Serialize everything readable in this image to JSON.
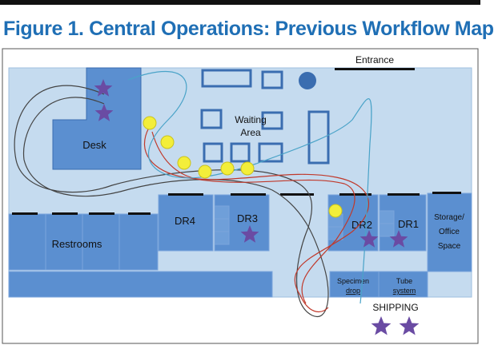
{
  "figure": {
    "title": "Figure 1. Central Operations: Previous Workflow Map"
  },
  "labels": {
    "entrance": "Entrance",
    "waiting_line1": "Waiting",
    "waiting_line2": "Area",
    "desk": "Desk",
    "restrooms": "Restrooms",
    "dr4": "DR4",
    "dr3": "DR3",
    "dr2": "DR2",
    "dr1": "DR1",
    "storage_line1": "Storage/",
    "storage_line2": "Office",
    "storage_line3": "Space",
    "specimen_line1": "Specimen",
    "specimen_line2": "drop",
    "tube_line1": "Tube",
    "tube_line2": "system",
    "shipping": "SHIPPING"
  },
  "colors": {
    "title": "#1f6fb5",
    "floor": "#c5dbef",
    "room": "#5b8fd0",
    "room_border": "#3a6db0",
    "star": "#6a4ba3",
    "waiting_circle": "#f3ee3a",
    "path_red": "#c0392b",
    "path_black": "#444444",
    "path_blue": "#4aa3c8"
  },
  "legend": {
    "star_meaning": "",
    "circle_meaning": ""
  }
}
